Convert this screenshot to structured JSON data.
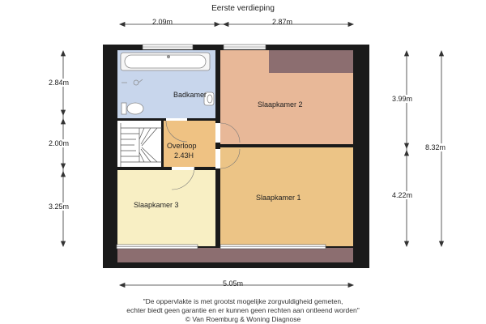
{
  "title": "Eerste verdieping",
  "dimensions": {
    "top_left": "2.09m",
    "top_right": "2.87m",
    "left_top": "2.84m",
    "left_mid": "2.00m",
    "left_bottom": "3.25m",
    "right_upper": "3.99m",
    "right_lower": "4.22m",
    "right_total": "8.32m",
    "bottom": "5.05m"
  },
  "rooms": {
    "badkamer": "Badkamer",
    "slaapkamer2": "Slaapkamer 2",
    "overloop": "Overloop",
    "overloop_height": "2.43H",
    "slaapkamer1": "Slaapkamer 1",
    "slaapkamer3": "Slaapkamer 3"
  },
  "colors": {
    "wall": "#1a1a1a",
    "badkamer": "#c8d6ec",
    "slaapkamer2": "#e8b898",
    "slaapkamer1": "#ecc486",
    "slaapkamer3": "#f8efc4",
    "overloop": "#efc283",
    "stairs": "#ffffff",
    "roof": "#8c6e70"
  },
  "footer": {
    "line1": "\"De oppervlakte is met grootst mogelijke zorgvuldigheid gemeten,",
    "line2": "echter biedt geen garantie en er kunnen geen rechten aan ontleend worden\"",
    "line3": "© Van Roemburg & Woning Diagnose"
  }
}
